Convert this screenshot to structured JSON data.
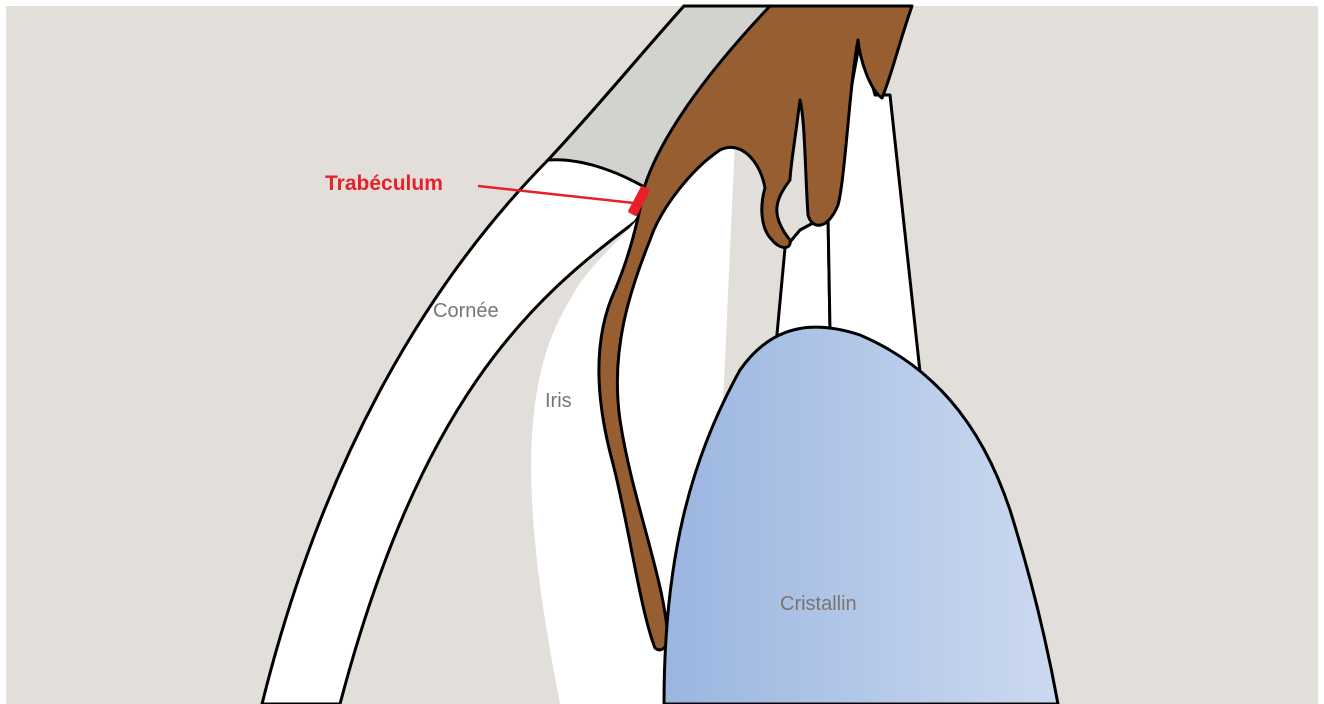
{
  "labels": {
    "trabeculum": "Trabéculum",
    "cornea": "Cornée",
    "iris": "Iris",
    "lens": "Cristallin"
  },
  "colors": {
    "background": "#e2dfda",
    "sclera": "#d2d2ce",
    "iris": "#975f31",
    "trabeculum_marker": "#e8202a",
    "lens_left": "#9ab5e0",
    "lens_right": "#ccdaf0",
    "tissue_white": "#ffffff",
    "outline": "#000000"
  }
}
